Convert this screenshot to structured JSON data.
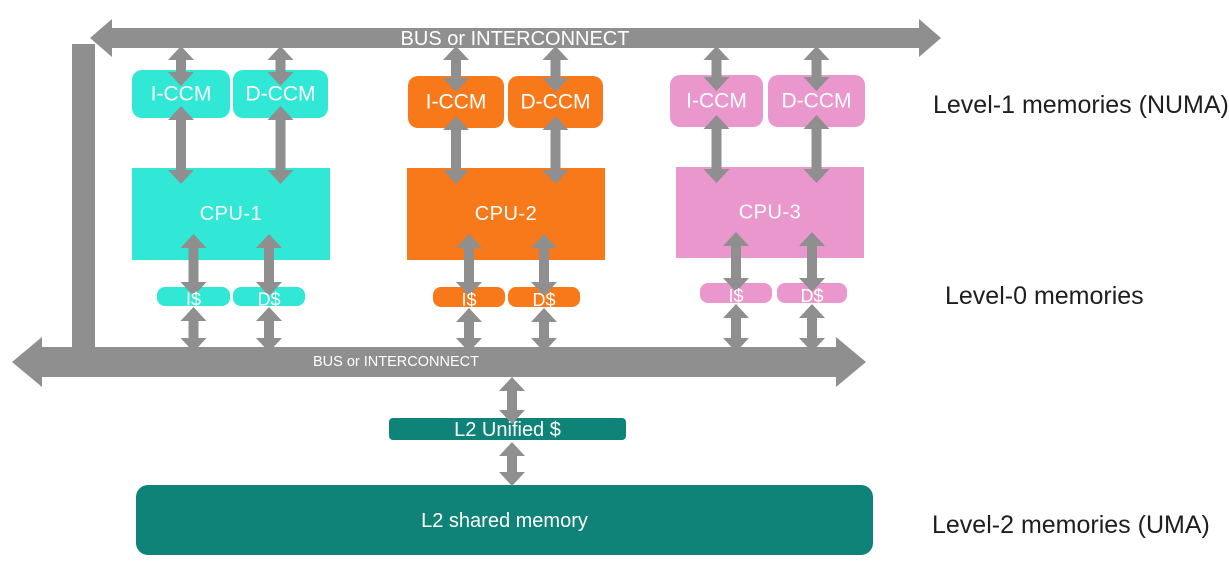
{
  "colors": {
    "bus_gray": "#8f8f8f",
    "teal": "#108378",
    "cyan": "#31e8d6",
    "orange": "#f7791a",
    "pink": "#ea97cd",
    "block_text": "#ffffff",
    "label_text": "#1e1e1e",
    "background": "#ffffff"
  },
  "buses": {
    "top_label": "BUS or INTERCONNECT",
    "bottom_label": "BUS or INTERCONNECT"
  },
  "clusters": [
    {
      "id": "cluster-1",
      "color": "#31e8d6",
      "iccm_label": "I-CCM",
      "dccm_label": "D-CCM",
      "cpu_label": "CPU-1",
      "icache_label": "I$",
      "dcache_label": "D$"
    },
    {
      "id": "cluster-2",
      "color": "#f7791a",
      "iccm_label": "I-CCM",
      "dccm_label": "D-CCM",
      "cpu_label": "CPU-2",
      "icache_label": "I$",
      "dcache_label": "D$"
    },
    {
      "id": "cluster-3",
      "color": "#ea97cd",
      "iccm_label": "I-CCM",
      "dccm_label": "D-CCM",
      "cpu_label": "CPU-3",
      "icache_label": "I$",
      "dcache_label": "D$"
    }
  ],
  "l2": {
    "unified_label": "L2 Unified $",
    "shared_label": "L2 shared memory"
  },
  "side_labels": [
    {
      "id": "level-1",
      "text": "Level-1 memories (NUMA)"
    },
    {
      "id": "level-0",
      "text": "Level-0 memories"
    },
    {
      "id": "level-2",
      "text": "Level-2 memories (UMA)"
    }
  ]
}
